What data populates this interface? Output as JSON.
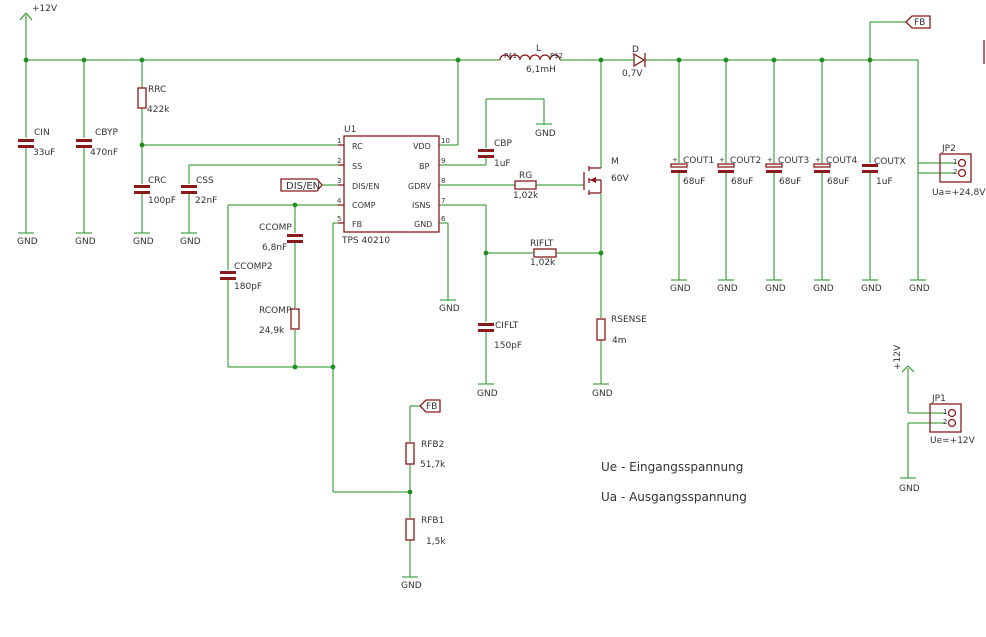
{
  "colors": {
    "wire": "#1e8f1e",
    "symbol": "#8a1a1a",
    "text": "#333333"
  },
  "power": {
    "vin_top": "+12V",
    "vin_jp1": "+12V",
    "gnd": "GND"
  },
  "ic": {
    "ref": "U1",
    "name": "TPS 40210",
    "left_pins": [
      {
        "num": "1",
        "name": "RC"
      },
      {
        "num": "2",
        "name": "SS"
      },
      {
        "num": "3",
        "name": "DIS/EN"
      },
      {
        "num": "4",
        "name": "COMP"
      },
      {
        "num": "5",
        "name": "FB"
      }
    ],
    "right_pins": [
      {
        "num": "10",
        "name": "VDD"
      },
      {
        "num": "9",
        "name": "BP"
      },
      {
        "num": "8",
        "name": "GDRV"
      },
      {
        "num": "7",
        "name": "ISNS"
      },
      {
        "num": "6",
        "name": "GND"
      }
    ]
  },
  "components": {
    "cin": {
      "ref": "CIN",
      "value": "33uF"
    },
    "cbyp": {
      "ref": "CBYP",
      "value": "470nF"
    },
    "rrc": {
      "ref": "RRC",
      "value": "422k"
    },
    "crc": {
      "ref": "CRC",
      "value": "100pF"
    },
    "css": {
      "ref": "CSS",
      "value": "22nF"
    },
    "ccomp": {
      "ref": "CCOMP",
      "value": "6,8nF"
    },
    "ccomp2": {
      "ref": "CCOMP2",
      "value": "180pF"
    },
    "rcomp": {
      "ref": "RCOMP",
      "value": "24,9k"
    },
    "cbp": {
      "ref": "CBP",
      "value": "1uF"
    },
    "rg": {
      "ref": "RG",
      "value": "1,02k"
    },
    "rifilt": {
      "ref": "RIFLT",
      "value": "1,02k"
    },
    "cifilt": {
      "ref": "CIFLT",
      "value": "150pF"
    },
    "rsense": {
      "ref": "RSENSE",
      "value": "4m"
    },
    "mosfet": {
      "ref": "M",
      "value": "60V"
    },
    "inductor": {
      "ref": "L",
      "value": "6,1mH",
      "pin1": "P$1",
      "pin2": "P$2"
    },
    "diode": {
      "ref": "D",
      "value": "0,7V"
    },
    "cout1": {
      "ref": "COUT1",
      "value": "68uF"
    },
    "cout2": {
      "ref": "COUT2",
      "value": "68uF"
    },
    "cout3": {
      "ref": "COUT3",
      "value": "68uF"
    },
    "cout4": {
      "ref": "COUT4",
      "value": "68uF"
    },
    "coutx": {
      "ref": "COUTX",
      "value": "1uF"
    },
    "rfb2": {
      "ref": "RFB2",
      "value": "51,7k"
    },
    "rfb1": {
      "ref": "RFB1",
      "value": "1,5k"
    }
  },
  "connectors": {
    "jp2": {
      "ref": "JP2",
      "pin1": "1",
      "pin2": "2",
      "label": "Ua=+24,8V"
    },
    "jp1": {
      "ref": "JP1",
      "pin1": "1",
      "pin2": "2",
      "label": "Ue=+12V"
    }
  },
  "net_labels": {
    "fb_top": "FB",
    "fb_mid": "FB",
    "dis_en": "DIS/EN"
  },
  "notes": {
    "ue": "Ue - Eingangsspannung",
    "ua": "Ua - Ausgangsspannung"
  }
}
